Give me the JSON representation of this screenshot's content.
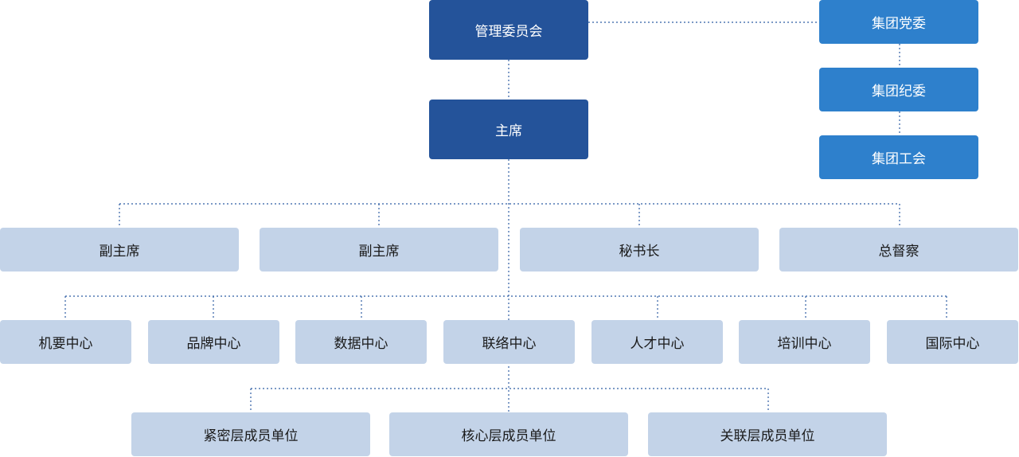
{
  "top": {
    "committee": "管理委员会",
    "chairman": "主席"
  },
  "side": [
    "集团党委",
    "集团纪委",
    "集团工会"
  ],
  "executives": [
    "副主席",
    "副主席",
    "秘书长",
    "总督察"
  ],
  "centers": [
    "机要中心",
    "品牌中心",
    "数据中心",
    "联络中心",
    "人才中心",
    "培训中心",
    "国际中心"
  ],
  "members": [
    "紧密层成员单位",
    "核心层成员单位",
    "关联层成员单位"
  ],
  "colors": {
    "top": "#24539a",
    "side": "#2e80cc",
    "lower": "#c3d3e8",
    "connector": "#2f5ea3"
  }
}
